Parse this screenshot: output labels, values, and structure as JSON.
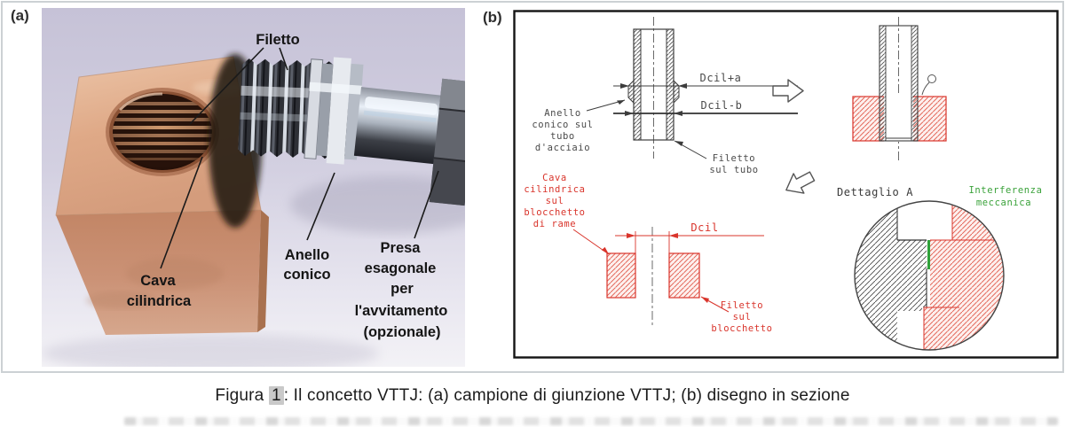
{
  "figure": {
    "panel_a": {
      "label": "(a)",
      "labels": {
        "filetto": "Filetto",
        "cava": [
          "Cava",
          "cilindrica"
        ],
        "anello": [
          "Anello",
          "conico"
        ],
        "presa": [
          "Presa",
          "esagonale",
          "per",
          "l'avvitamento",
          "(opzionale)"
        ]
      }
    },
    "panel_b": {
      "label": "(b)",
      "black_labels": {
        "anello_tubo": [
          "Anello",
          "conico sul",
          "tubo",
          "d'acciaio"
        ],
        "filetto_tubo": [
          "Filetto",
          "sul tubo"
        ],
        "dettaglio": "Dettaglio A"
      },
      "dims": {
        "top": "Dcil+a",
        "mid": "Dcil-b",
        "dcil": "Dcil"
      },
      "red_labels": {
        "cava_blocchetto": [
          "Cava",
          "cilindrica",
          "sul",
          "blocchetto",
          "di rame"
        ],
        "filetto_blocchetto": [
          "Filetto",
          "sul",
          "blocchetto"
        ]
      },
      "green_labels": {
        "interferenza": [
          "Interferenza",
          "meccanica"
        ]
      },
      "colors": {
        "red": "#d9342b",
        "green": "#3aa23a",
        "line": "#3c3c3c"
      }
    },
    "caption": {
      "prefix": "Figura",
      "number": "1",
      "suffix": ": Il concetto VTTJ: (a) campione di giunzione VTTJ; (b) disegno in sezione"
    }
  }
}
